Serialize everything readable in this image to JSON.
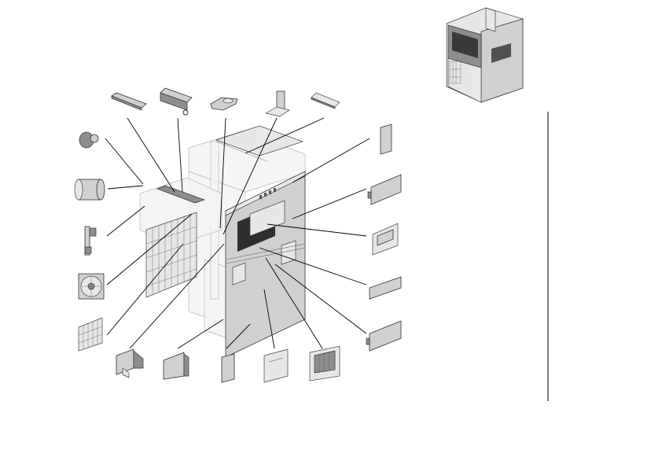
{
  "diagram": {
    "kind": "exploded-parts-view",
    "colors": {
      "part": "#cfd0d0",
      "outline": "#333333",
      "leader": "#000000",
      "background": "#ffffff"
    },
    "parts": [
      "top-rail-left",
      "top-rail-center",
      "top-bracket",
      "top-post",
      "top-rail-right",
      "knob",
      "roller",
      "small-bracket",
      "fan",
      "filter-grid",
      "side-panel-small",
      "side-panel-medium",
      "side-panel-window",
      "side-panel-strip",
      "side-panel-bottom",
      "bottom-bracket-1",
      "bottom-bracket-2",
      "bottom-panel-narrow",
      "bottom-panel-square",
      "bottom-panel-vent"
    ]
  }
}
